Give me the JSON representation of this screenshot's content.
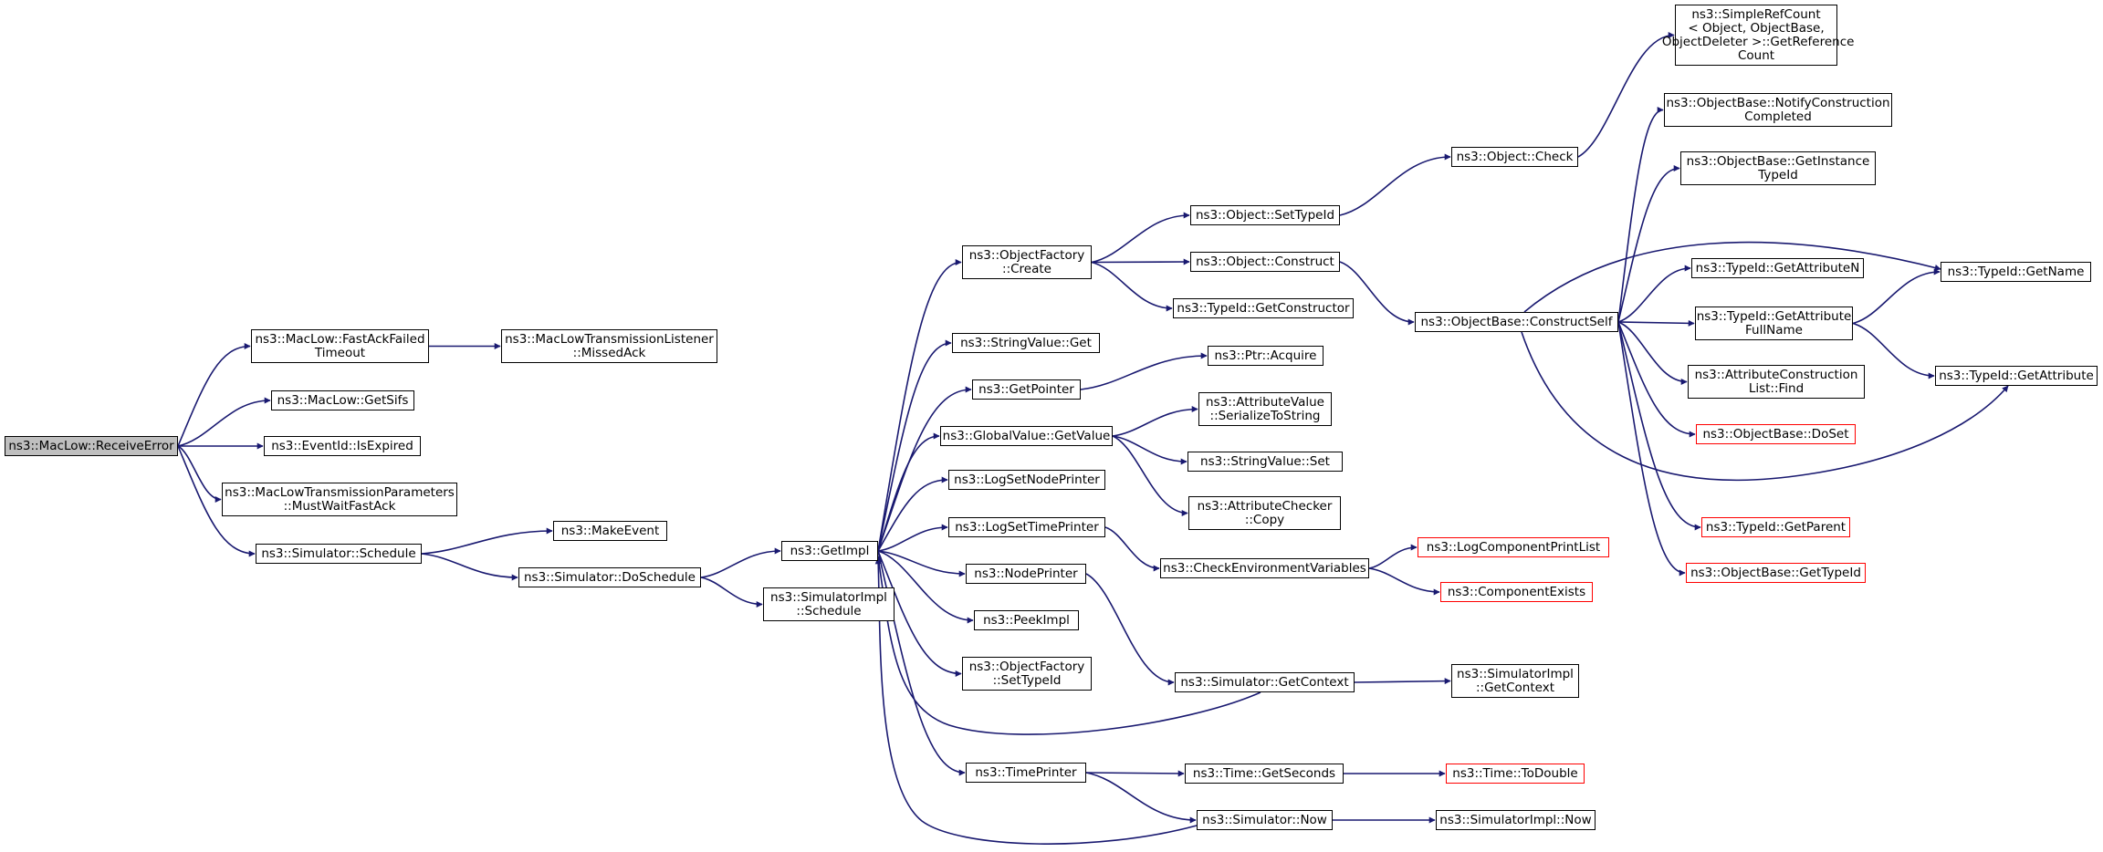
{
  "graph": {
    "edge_color": "#191970",
    "root_fill": "#bfbfbf",
    "truncated_border_color": "#ff0000",
    "nodes": [
      {
        "id": "receive-error",
        "label": "ns3::MacLow::ReceiveError",
        "root": true
      },
      {
        "id": "fast-ack-failed-timeout",
        "label": "ns3::MacLow::FastAckFailed\nTimeout"
      },
      {
        "id": "missed-ack",
        "label": "ns3::MacLowTransmissionListener\n::MissedAck"
      },
      {
        "id": "get-sifs",
        "label": "ns3::MacLow::GetSifs"
      },
      {
        "id": "is-expired",
        "label": "ns3::EventId::IsExpired"
      },
      {
        "id": "must-wait-fast-ack",
        "label": "ns3::MacLowTransmissionParameters\n::MustWaitFastAck"
      },
      {
        "id": "simulator-schedule",
        "label": "ns3::Simulator::Schedule"
      },
      {
        "id": "make-event",
        "label": "ns3::MakeEvent"
      },
      {
        "id": "do-schedule",
        "label": "ns3::Simulator::DoSchedule"
      },
      {
        "id": "get-impl",
        "label": "ns3::GetImpl"
      },
      {
        "id": "simulatorimpl-schedule",
        "label": "ns3::SimulatorImpl\n::Schedule"
      },
      {
        "id": "objectfactory-create",
        "label": "ns3::ObjectFactory\n::Create"
      },
      {
        "id": "stringvalue-get",
        "label": "ns3::StringValue::Get"
      },
      {
        "id": "get-pointer",
        "label": "ns3::GetPointer"
      },
      {
        "id": "globalvalue-getvalue",
        "label": "ns3::GlobalValue::GetValue"
      },
      {
        "id": "log-set-node-printer",
        "label": "ns3::LogSetNodePrinter"
      },
      {
        "id": "log-set-time-printer",
        "label": "ns3::LogSetTimePrinter"
      },
      {
        "id": "node-printer",
        "label": "ns3::NodePrinter"
      },
      {
        "id": "peek-impl",
        "label": "ns3::PeekImpl"
      },
      {
        "id": "objectfactory-settypeid",
        "label": "ns3::ObjectFactory\n::SetTypeId"
      },
      {
        "id": "time-printer",
        "label": "ns3::TimePrinter"
      },
      {
        "id": "object-settypeid",
        "label": "ns3::Object::SetTypeId"
      },
      {
        "id": "object-construct",
        "label": "ns3::Object::Construct"
      },
      {
        "id": "typeid-getconstructor",
        "label": "ns3::TypeId::GetConstructor"
      },
      {
        "id": "ptr-acquire",
        "label": "ns3::Ptr::Acquire"
      },
      {
        "id": "attributevalue-serialize",
        "label": "ns3::AttributeValue\n::SerializeToString"
      },
      {
        "id": "stringvalue-set",
        "label": "ns3::StringValue::Set"
      },
      {
        "id": "attributechecker-copy",
        "label": "ns3::AttributeChecker\n::Copy"
      },
      {
        "id": "check-env-vars",
        "label": "ns3::CheckEnvironmentVariables"
      },
      {
        "id": "simulator-getcontext",
        "label": "ns3::Simulator::GetContext"
      },
      {
        "id": "time-getseconds",
        "label": "ns3::Time::GetSeconds"
      },
      {
        "id": "simulator-now",
        "label": "ns3::Simulator::Now"
      },
      {
        "id": "object-check",
        "label": "ns3::Object::Check"
      },
      {
        "id": "objectbase-constructself",
        "label": "ns3::ObjectBase::ConstructSelf"
      },
      {
        "id": "log-component-print-list",
        "label": "ns3::LogComponentPrintList",
        "truncated": true
      },
      {
        "id": "component-exists",
        "label": "ns3::ComponentExists",
        "truncated": true
      },
      {
        "id": "simulatorimpl-getcontext",
        "label": "ns3::SimulatorImpl\n::GetContext"
      },
      {
        "id": "time-todouble",
        "label": "ns3::Time::ToDouble",
        "truncated": true
      },
      {
        "id": "simulatorimpl-now",
        "label": "ns3::SimulatorImpl::Now"
      },
      {
        "id": "simplerefcount-getrefcount",
        "label": "ns3::SimpleRefCount\n< Object, ObjectBase,\n ObjectDeleter >::GetReference\nCount"
      },
      {
        "id": "notify-construction-completed",
        "label": "ns3::ObjectBase::NotifyConstruction\nCompleted"
      },
      {
        "id": "get-instance-typeid",
        "label": "ns3::ObjectBase::GetInstance\nTypeId"
      },
      {
        "id": "typeid-getattributen",
        "label": "ns3::TypeId::GetAttributeN"
      },
      {
        "id": "typeid-getattributefullname",
        "label": "ns3::TypeId::GetAttribute\nFullName"
      },
      {
        "id": "attribute-construction-list-find",
        "label": "ns3::AttributeConstruction\nList::Find"
      },
      {
        "id": "objectbase-doset",
        "label": "ns3::ObjectBase::DoSet",
        "truncated": true
      },
      {
        "id": "typeid-getparent",
        "label": "ns3::TypeId::GetParent",
        "truncated": true
      },
      {
        "id": "objectbase-gettypeid",
        "label": "ns3::ObjectBase::GetTypeId",
        "truncated": true
      },
      {
        "id": "typeid-getname",
        "label": "ns3::TypeId::GetName"
      },
      {
        "id": "typeid-getattribute",
        "label": "ns3::TypeId::GetAttribute"
      }
    ]
  }
}
